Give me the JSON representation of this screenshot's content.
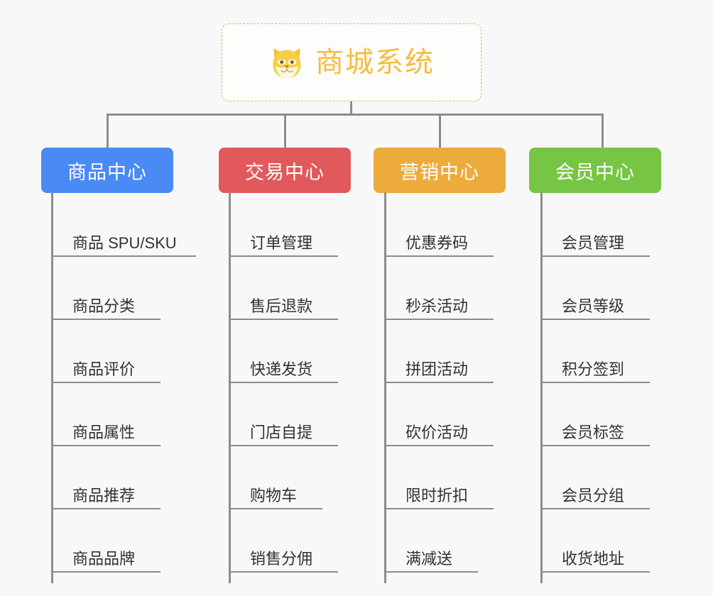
{
  "page": {
    "background_color": "#f8f8f8",
    "title": "商城系统"
  },
  "root": {
    "label": "商城系统",
    "icon": "shiba-dog-face-icon",
    "text_color": "#f5bd3f",
    "border_color": "#e8b860",
    "border_style": "dashed"
  },
  "connector_color": "#8c8c8c",
  "branches": [
    {
      "id": "product-center",
      "label": "商品中心",
      "color": "#4a8af4",
      "items": [
        "商品 SPU/SKU",
        "商品分类",
        "商品评价",
        "商品属性",
        "商品推荐",
        "商品品牌"
      ]
    },
    {
      "id": "trade-center",
      "label": "交易中心",
      "color": "#e2595b",
      "items": [
        "订单管理",
        "售后退款",
        "快递发货",
        "门店自提",
        "购物车",
        "销售分佣"
      ]
    },
    {
      "id": "marketing-center",
      "label": "营销中心",
      "color": "#edab3c",
      "items": [
        "优惠券码",
        "秒杀活动",
        "拼团活动",
        "砍价活动",
        "限时折扣",
        "满减送"
      ]
    },
    {
      "id": "member-center",
      "label": "会员中心",
      "color": "#77c544",
      "items": [
        "会员管理",
        "会员等级",
        "积分签到",
        "会员标签",
        "会员分组",
        "收货地址"
      ]
    }
  ]
}
